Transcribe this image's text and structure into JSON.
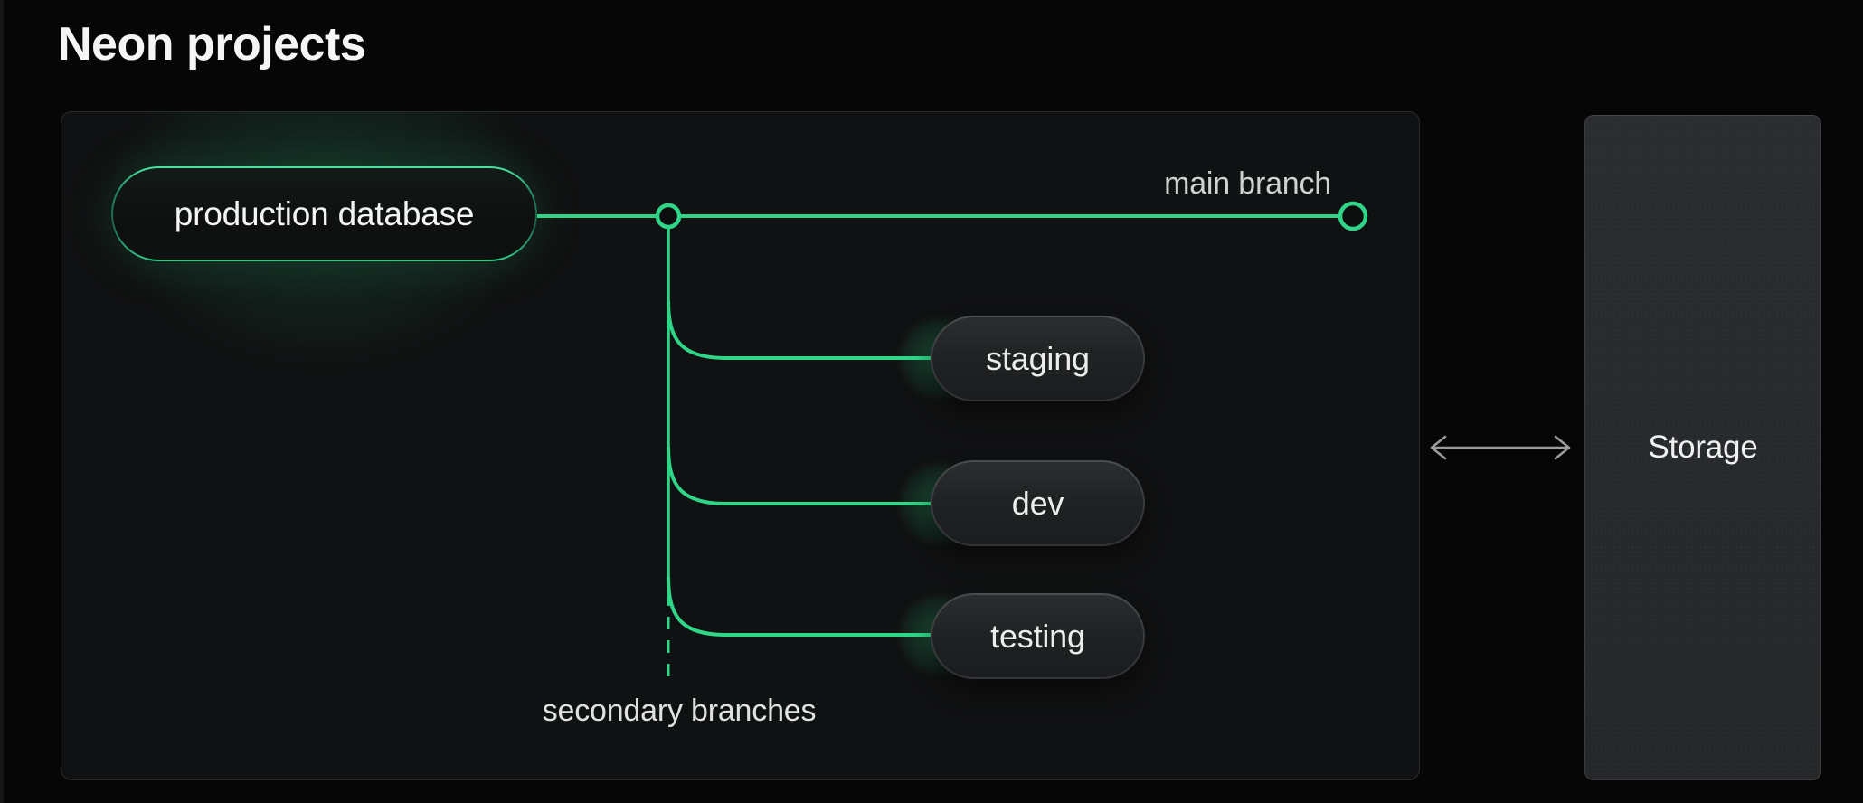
{
  "page": {
    "title": "Neon projects"
  },
  "project_panel": {
    "production_pill_label": "production database",
    "main_branch_label": "main branch",
    "secondary_branches_label": "secondary branches",
    "branches": [
      {
        "label": "staging"
      },
      {
        "label": "dev"
      },
      {
        "label": "testing"
      }
    ]
  },
  "storage_panel": {
    "label": "Storage"
  },
  "colors": {
    "branch_green": "#2fd687",
    "arrow_gray": "#9b9b9b",
    "panel_background": "#101112",
    "storage_background": "#28292c",
    "page_background": "#060607"
  }
}
